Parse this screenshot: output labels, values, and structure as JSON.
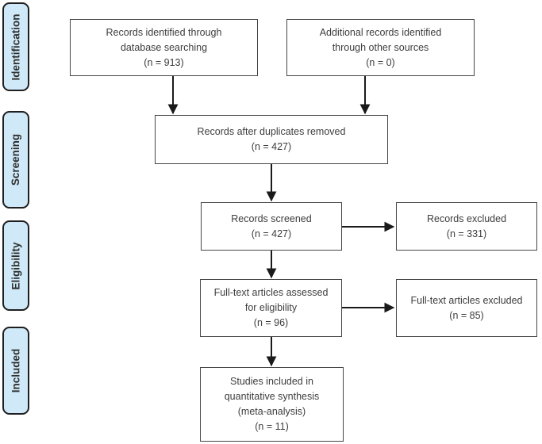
{
  "sidebar": {
    "stages": [
      {
        "label": "Identification"
      },
      {
        "label": "Screening"
      },
      {
        "label": "Eligibility"
      },
      {
        "label": "Included"
      }
    ]
  },
  "flow": {
    "boxes": [
      {
        "name": "records-identified",
        "text": "Records identified through\ndatabase searching\n(n = 913)"
      },
      {
        "name": "additional-records",
        "text": "Additional records identified\nthrough other sources\n(n = 0)"
      },
      {
        "name": "after-duplicates",
        "text": "Records after duplicates removed\n(n = 427)"
      },
      {
        "name": "records-screened",
        "text": "Records screened\n(n = 427)"
      },
      {
        "name": "records-excluded",
        "text": "Records excluded\n(n = 331)"
      },
      {
        "name": "fulltext-assessed",
        "text": "Full-text articles assessed\nfor eligibility\n(n = 96)"
      },
      {
        "name": "fulltext-excluded",
        "text": "Full-text articles excluded\n(n = 85)"
      },
      {
        "name": "studies-included",
        "text": "Studies included in\nquantitative synthesis\n(meta-analysis)\n(n = 11)"
      }
    ]
  },
  "colors": {
    "background": "#ffffff",
    "stage_fill": "#cfe9f8",
    "stage_border": "#1f1f1f",
    "box_fill": "#ffffff",
    "box_border": "#464646",
    "text": "#3d3d3d",
    "arrow": "#1a1a1a"
  }
}
